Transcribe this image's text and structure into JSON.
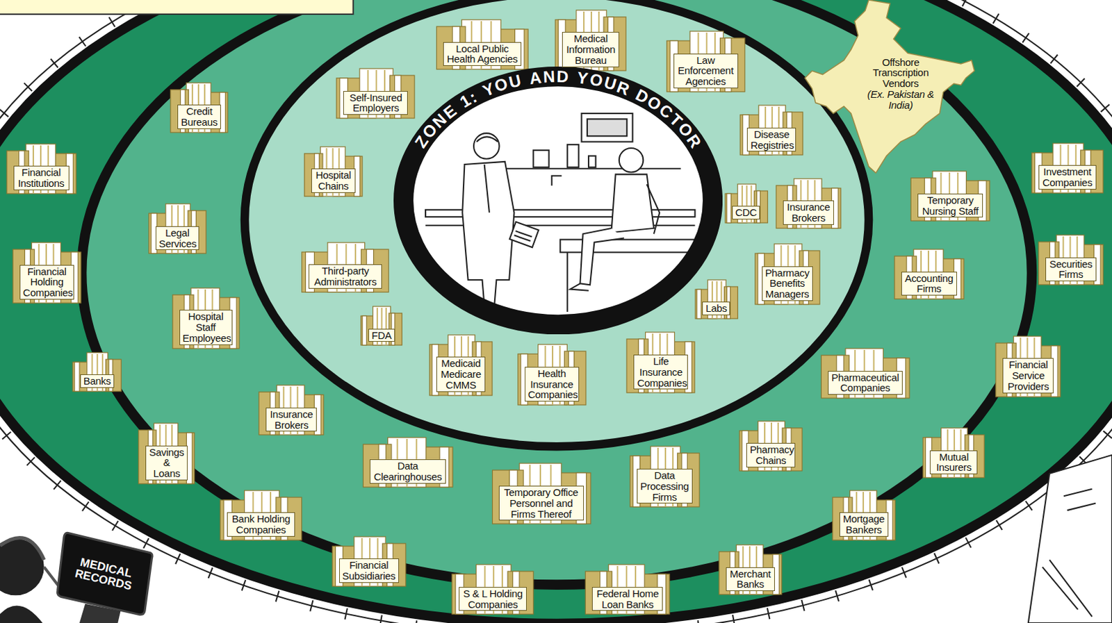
{
  "diagram": {
    "nodes": [
      {
        "text": [
          "Medical Information Bureau"
        ]
      },
      {
        "text": [
          "Local Public Health Agencies"
        ]
      },
      {
        "text": [
          "Law Enforcement Agencies"
        ]
      },
      {
        "text": [
          "Offshore Transcription Vendors",
          "(Ex. Pakistan & India)"
        ]
      },
      {
        "text": [
          "Self-Insured Employers"
        ]
      },
      {
        "text": [
          "Credit Bureaus"
        ]
      },
      {
        "text": [
          "Disease Registries"
        ]
      },
      {
        "text": [
          "Financial Institutions"
        ]
      },
      {
        "text": [
          "Investment Companies"
        ]
      },
      {
        "text": [
          "Hospital Chains"
        ]
      },
      {
        "text": [
          "ZONE 1: YOU AND YOUR DOCTOR"
        ]
      },
      {
        "text": [
          "Temporary Nursing Staff"
        ]
      },
      {
        "text": [
          "CDC"
        ]
      },
      {
        "text": [
          "Insurance Brokers"
        ]
      },
      {
        "text": [
          "Legal Services"
        ]
      },
      {
        "text": [
          "Securities Firms"
        ]
      },
      {
        "text": [
          "Third-party Administrators"
        ]
      },
      {
        "text": [
          "Financial Holding Companies"
        ]
      },
      {
        "text": [
          "Pharmacy Benefits Managers"
        ]
      },
      {
        "text": [
          "Accounting Firms"
        ]
      },
      {
        "text": [
          "Labs"
        ]
      },
      {
        "text": [
          "Hospital Staff Employees"
        ]
      },
      {
        "text": [
          "FDA"
        ]
      },
      {
        "text": [
          "Life Insurance Companies"
        ]
      },
      {
        "text": [
          "Medicaid Medicare CMMS"
        ]
      },
      {
        "text": [
          "Financial Service Providers"
        ]
      },
      {
        "text": [
          "Banks"
        ]
      },
      {
        "text": [
          "Pharmaceutical Companies"
        ]
      },
      {
        "text": [
          "Health Insurance Companies"
        ]
      },
      {
        "text": [
          "Insurance Brokers"
        ]
      },
      {
        "text": [
          "Pharmacy Chains"
        ]
      },
      {
        "text": [
          "Savings & Loans"
        ]
      },
      {
        "text": [
          "Mutual Insurers"
        ]
      },
      {
        "text": [
          "Data Clearinghouses"
        ]
      },
      {
        "text": [
          "Data Processing Firms"
        ]
      },
      {
        "text": [
          "Temporary Office Personnel and Firms Thereof"
        ]
      },
      {
        "text": [
          "Bank Holding Companies"
        ]
      },
      {
        "text": [
          "Mortgage Bankers"
        ]
      },
      {
        "text": [
          "Financial Subsidiaries"
        ]
      },
      {
        "text": [
          "Merchant Banks"
        ]
      },
      {
        "text": [
          "S & L Holding Companies"
        ]
      },
      {
        "text": [
          "Federal Home Loan Banks"
        ]
      }
    ],
    "labels": [
      "MEDICAL RECORDS"
    ]
  }
}
